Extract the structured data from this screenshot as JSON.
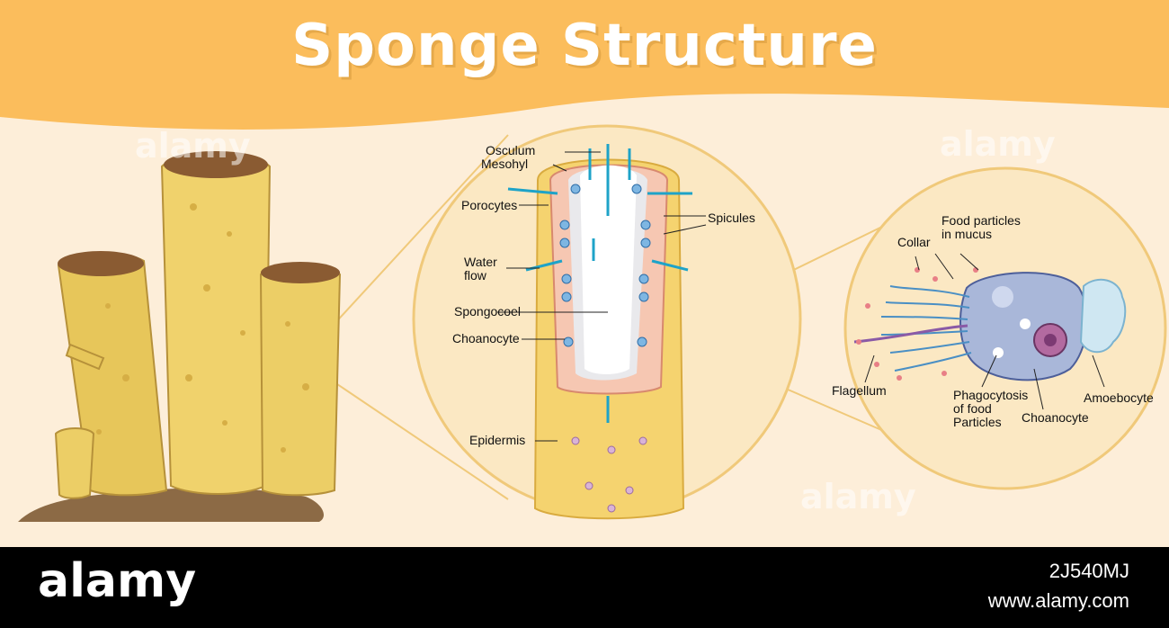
{
  "title": "Sponge Structure",
  "labels": {
    "osculum": "Osculum",
    "mesohyl": "Mesohyl",
    "porocytes": "Porocytes",
    "water_flow": "Water\nflow",
    "spongocoel": "Spongocoel",
    "choanocyte_mid": "Choanocyte",
    "epidermis": "Epidermis",
    "spicules": "Spicules",
    "food_particles": "Food particles\nin mucus",
    "collar": "Collar",
    "flagellum": "Flagellum",
    "phagocytosis": "Phagocytosis\nof food\nParticles",
    "choanocyte_cell": "Choanocyte",
    "amoebocyte": "Amoebocyte"
  },
  "watermark": "alamy",
  "footer": {
    "logo": "alamy",
    "image_code": "2J540MJ",
    "url": "www.alamy.com"
  },
  "colors": {
    "banner": "#fbbd5c",
    "background": "#fdeed9",
    "sponge_body": "#f0d26c",
    "water_arrow": "#1ea3c8",
    "cell_body": "#a9b7d9",
    "lens_circle": "#f4dea3"
  }
}
